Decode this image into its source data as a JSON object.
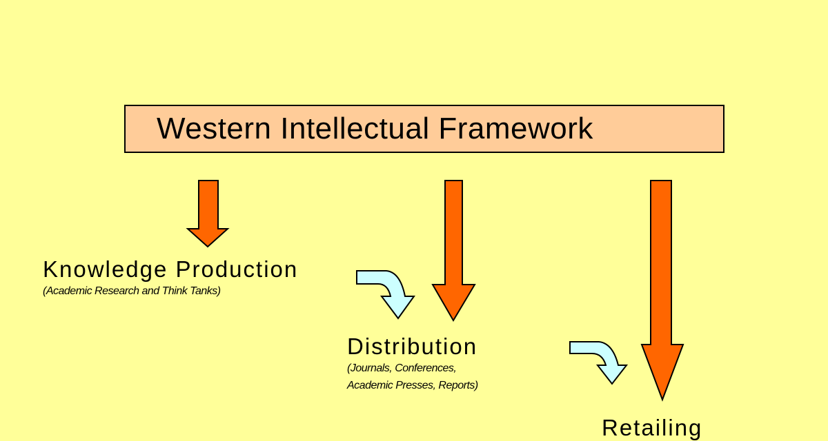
{
  "title": "Western Intellectual Framework",
  "nodes": [
    {
      "label": "Knowledge Production",
      "detail": "(Academic Research and Think Tanks)"
    },
    {
      "label": "Distribution",
      "detail_line1": "(Journals, Conferences,",
      "detail_line2": "Academic Presses, Reports)"
    },
    {
      "label": "Retailing"
    }
  ],
  "colors": {
    "background": "#FFFF99",
    "title_box": "#FFCC99",
    "framework_arrow": "#FF6600",
    "flow_arrow": "#CCFFFF"
  }
}
